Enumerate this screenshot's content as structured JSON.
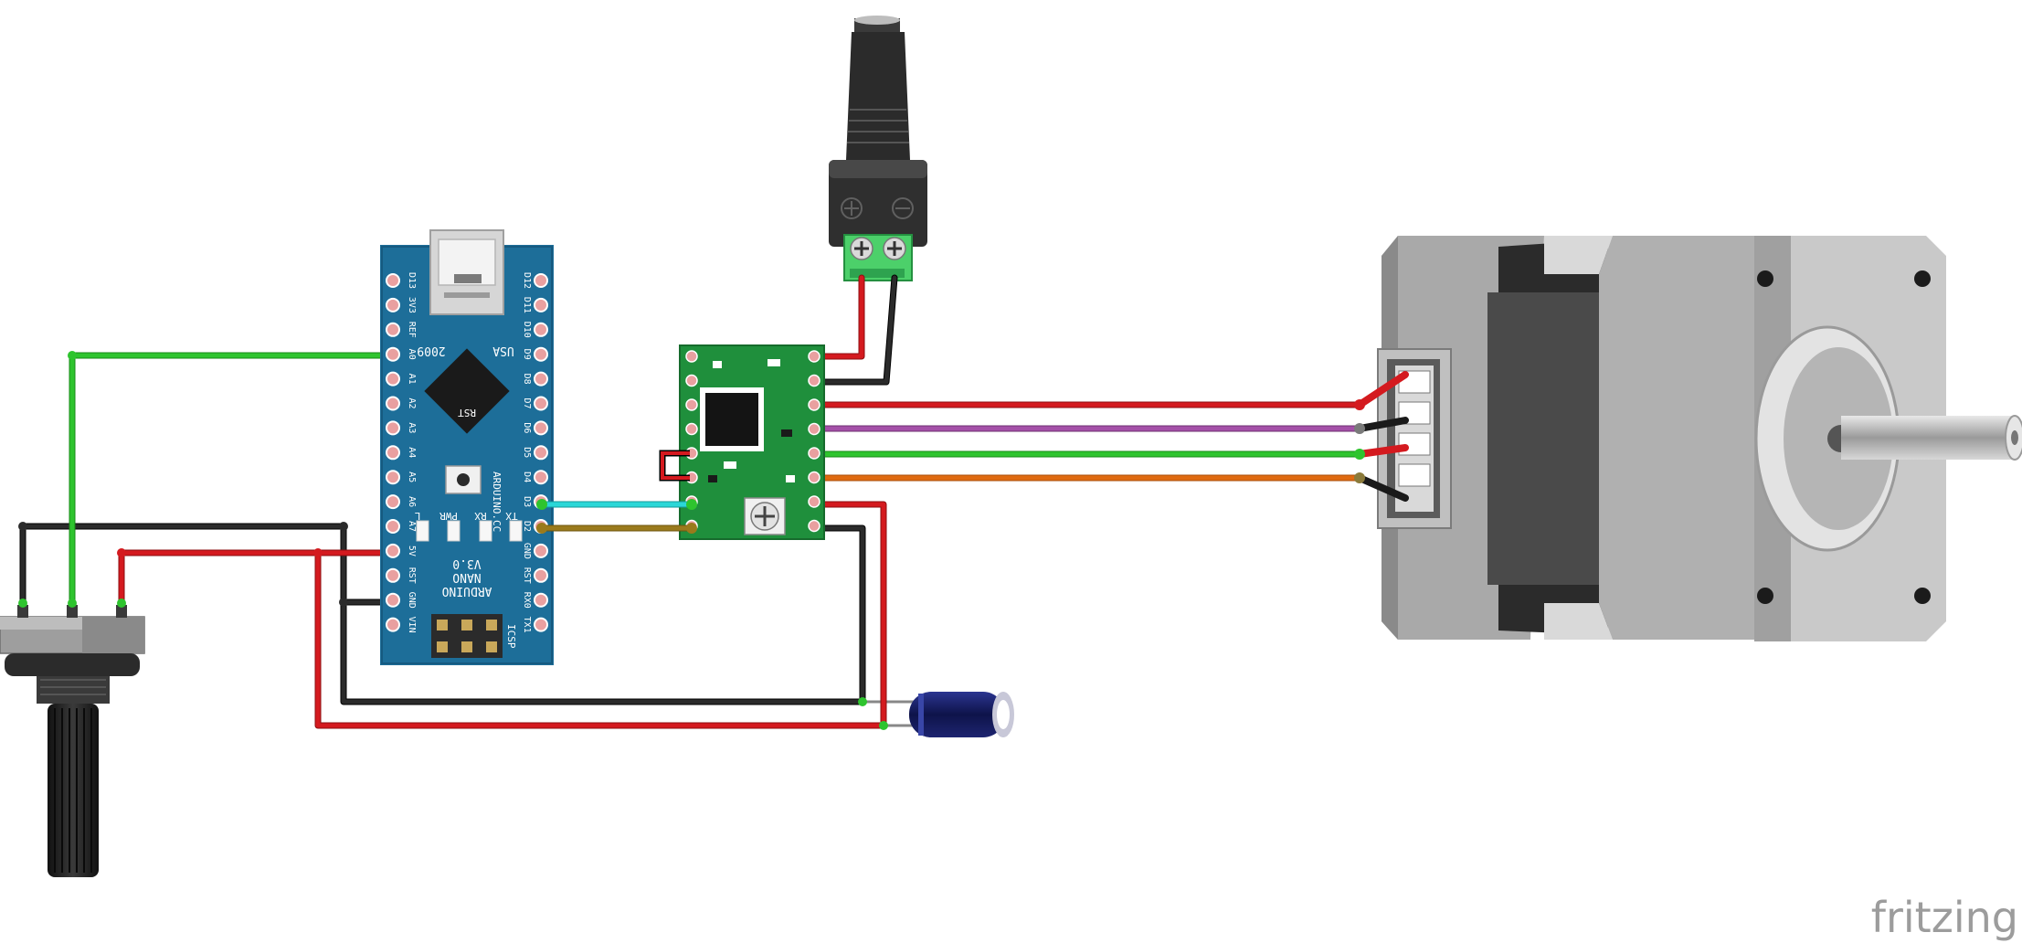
{
  "board": {
    "name_lines": [
      "ARDUINO",
      "NANO",
      "V3.0"
    ],
    "site": "ARDUINO.CC",
    "year": "2009",
    "country": "USA",
    "rst_label": "RST",
    "icsp_label": "ICSP",
    "led_labels": [
      "L",
      "PWR",
      "RX",
      "TX"
    ],
    "left_pins": [
      "D13",
      "3V3",
      "REF",
      "A0",
      "A1",
      "A2",
      "A3",
      "A4",
      "A5",
      "A6",
      "A7",
      "5V",
      "RST",
      "GND",
      "VIN"
    ],
    "right_pins": [
      "D12",
      "D11",
      "D10",
      "D9",
      "D8",
      "D7",
      "D6",
      "D5",
      "D4",
      "D3",
      "D2",
      "GND",
      "RST",
      "RX0",
      "TX1"
    ]
  },
  "dc_jack": {
    "plus_symbol": "⊕",
    "minus_symbol": "⊖"
  },
  "wire_colors": {
    "red": "#c8161b",
    "black": "#1e1e1e",
    "green": "#2ec42e",
    "cyan": "#2ad7d7",
    "olive": "#9a7a1c",
    "purple": "#a450a8",
    "orange": "#e06a10"
  },
  "colors": {
    "board_blue": "#1d6e99",
    "driver_green": "#1f8f3c",
    "motor_grey": "#bdbdbd",
    "capacitor_blue": "#141a5c"
  },
  "watermark": "fritzing"
}
